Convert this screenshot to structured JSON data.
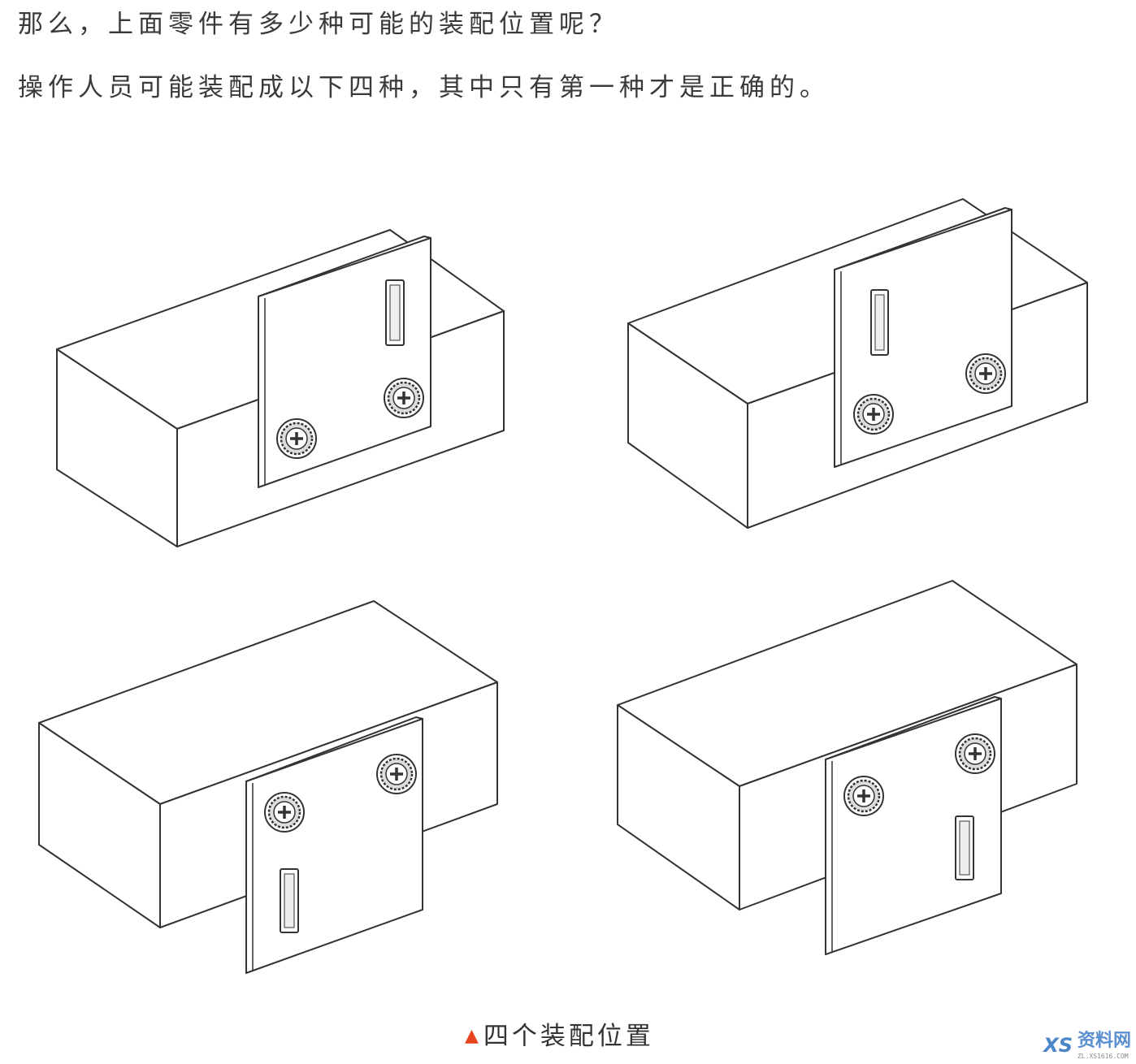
{
  "text": {
    "line1": "那么，上面零件有多少种可能的装配位置呢？",
    "line2": "操作人员可能装配成以下四种，其中只有第一种才是正确的。"
  },
  "figure": {
    "caption_marker": "▲",
    "caption": "四个装配位置",
    "marker_color": "#e8431c",
    "variants": [
      "correct",
      "incorrect",
      "incorrect",
      "incorrect"
    ]
  },
  "watermark": {
    "logo": "XS",
    "name": "资料网",
    "url": "ZL.XS1616.COM"
  }
}
